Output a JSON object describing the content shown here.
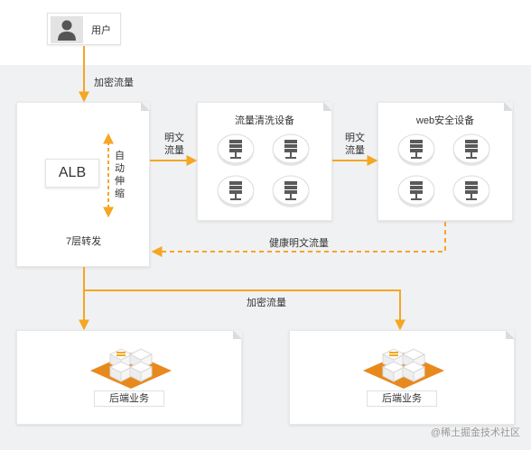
{
  "user": {
    "label": "用户",
    "icon": "user-icon"
  },
  "flows": {
    "encrypted_top": "加密流量",
    "plain_1": "明文\n流量",
    "plain_2": "明文\n流量",
    "healthy_plain": "健康明文流量",
    "encrypted_bottom": "加密流量"
  },
  "alb": {
    "name": "ALB",
    "autoscale": "自动伸缩",
    "layer7": "7层转发"
  },
  "devices": {
    "scrubbing": {
      "title": "流量清洗设备",
      "count": 4,
      "icon": "server-disc-icon"
    },
    "waf": {
      "title": "web安全设备",
      "count": 4,
      "icon": "server-disc-icon"
    }
  },
  "backends": [
    {
      "label": "后端业务",
      "icon": "server-cluster-icon"
    },
    {
      "label": "后端业务",
      "icon": "server-cluster-icon"
    }
  ],
  "watermark": "@稀土掘金技术社区",
  "colors": {
    "accent": "#f5a623",
    "arrow_dashed": "#f5a623",
    "background": "#f0f1f3",
    "orange_dark": "#e8891d",
    "disc_grey": "#5a5a5a"
  }
}
